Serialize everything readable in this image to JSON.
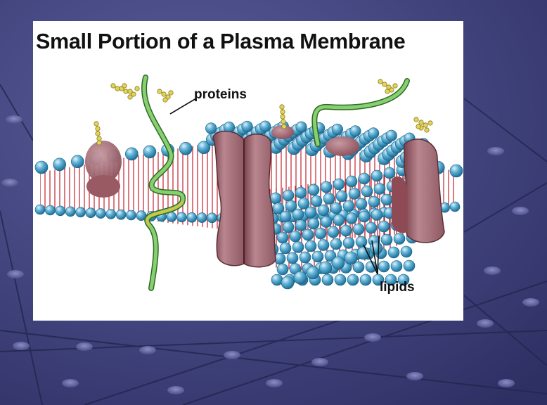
{
  "slide": {
    "background_color": "#3d3f7a",
    "panel_color": "#ffffff"
  },
  "diagram": {
    "title": "Small Portion of a Plasma Membrane",
    "labels": {
      "proteins": "proteins",
      "lipids": "lipids"
    },
    "colors": {
      "lipid_head": "#5fb2d6",
      "lipid_tail": "#c2202e",
      "protein": "#a66e76",
      "glycoprotein": "#7cc36b",
      "sugar_chain": "#d4c24a"
    }
  }
}
